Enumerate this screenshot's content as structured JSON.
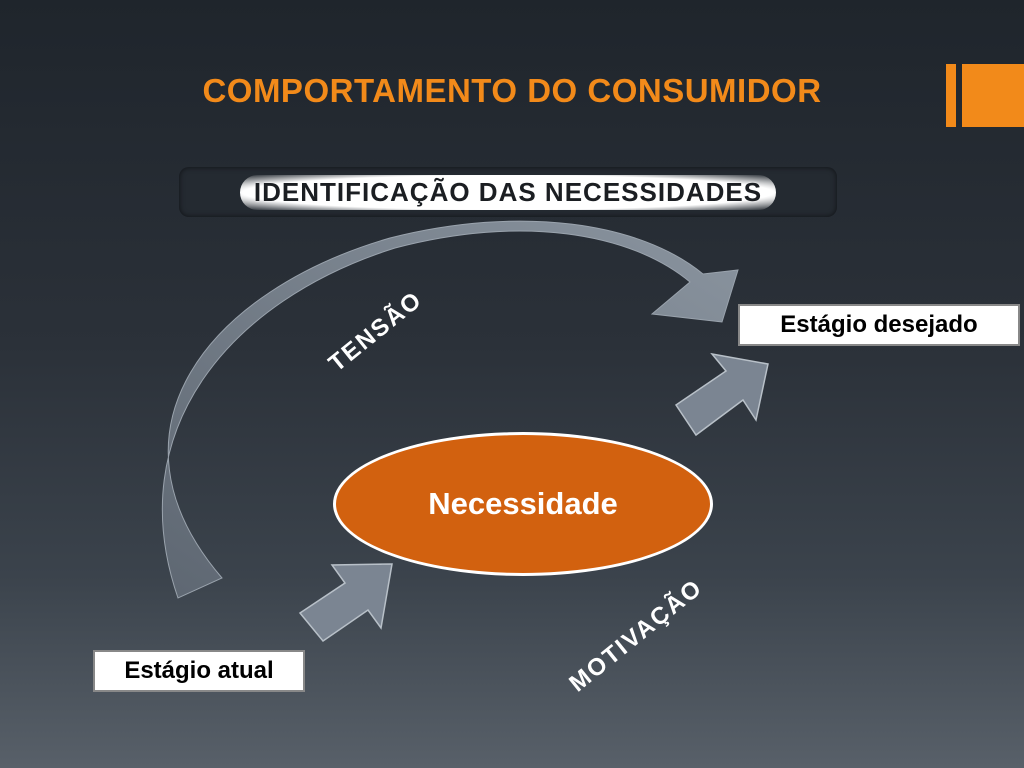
{
  "slide": {
    "title": "COMPORTAMENTO DO CONSUMIDOR",
    "subtitle": "IDENTIFICAÇÃO DAS NECESSIDADES"
  },
  "diagram": {
    "center": "Necessidade",
    "desired_stage": "Estágio desejado",
    "current_stage": "Estágio atual",
    "arc_label": "TENSÃO",
    "lower_label": "MOTIVAÇÃO"
  },
  "colors": {
    "accent": "#f28a1a",
    "ellipse_fill": "#d2610f",
    "arrow_fill": "#7b8592",
    "text_light": "#ffffff"
  }
}
